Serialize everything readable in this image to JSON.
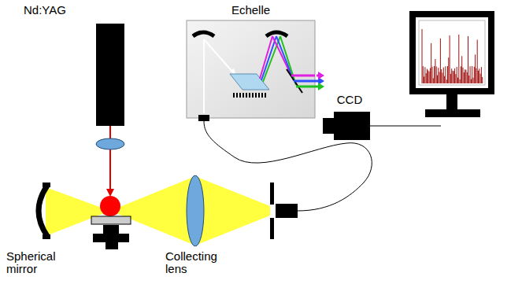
{
  "diagram": {
    "nodes": [
      {
        "text": [
          "Nd:YAG"
        ]
      },
      {
        "text": [
          "Echelle"
        ]
      },
      {
        "text": [
          "CCD"
        ]
      }
    ],
    "edges": [
      {
        "from": 1,
        "to": 2,
        "arrow": "to"
      }
    ],
    "labels": [
      "Spherical mirror",
      "Collecting lens"
    ]
  }
}
